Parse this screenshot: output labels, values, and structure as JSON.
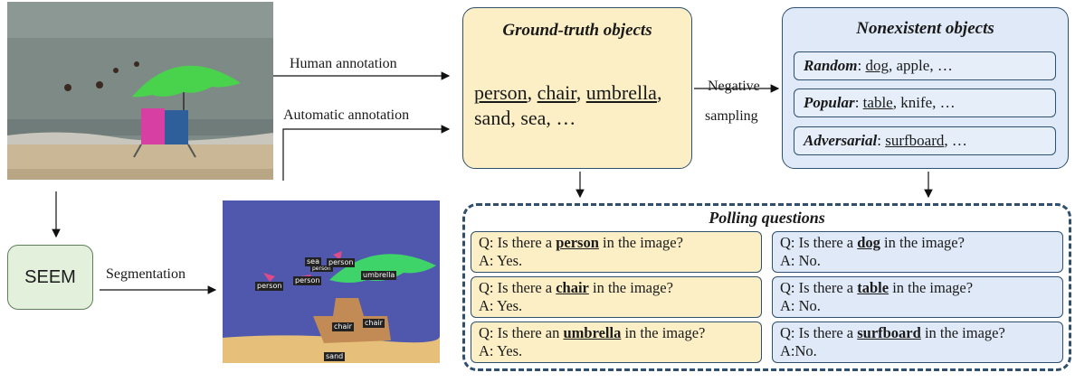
{
  "edges": {
    "human": "Human annotation",
    "automatic": "Automatic annotation",
    "negative_line1": "Negative",
    "negative_line2": "sampling",
    "segmentation": "Segmentation"
  },
  "seem": "SEEM",
  "ground_truth": {
    "title": "Ground-truth objects",
    "objects": [
      "person",
      "chair",
      "umbrella"
    ],
    "sep": ", ",
    "trailing_comma": ",",
    "line2": "sand, sea, …"
  },
  "nonexistent": {
    "title": "Nonexistent objects",
    "items": [
      {
        "label": "Random",
        "word": "dog",
        "rest": ", apple, …"
      },
      {
        "label": "Popular",
        "word": "table",
        "rest": ", knife, …"
      },
      {
        "label": "Adversarial",
        "word": "surfboard",
        "rest": ", …"
      }
    ]
  },
  "seg_labels": [
    "sea",
    "person",
    "person",
    "person",
    "umbrella",
    "chair",
    "chair",
    "sand",
    "person"
  ],
  "polling": {
    "title": "Polling questions",
    "left": [
      {
        "q_pre": "Q: Is there a ",
        "obj": "person",
        "q_post": " in the image?",
        "a": "A: Yes."
      },
      {
        "q_pre": "Q: Is there a ",
        "obj": "chair",
        "q_post": " in the image?",
        "a": "A: Yes."
      },
      {
        "q_pre": "Q: Is there an ",
        "obj": "umbrella",
        "q_post": " in the image?",
        "a": "A: Yes."
      }
    ],
    "right": [
      {
        "q_pre": "Q: Is there a ",
        "obj": "dog",
        "q_post": " in the image?",
        "a": "A: No."
      },
      {
        "q_pre": "Q: Is there a ",
        "obj": "table",
        "q_post": " in the image?",
        "a": "A: No."
      },
      {
        "q_pre": "Q: Is there a ",
        "obj": "surfboard",
        "q_post": " in the image?",
        "a": "A:No."
      }
    ]
  }
}
